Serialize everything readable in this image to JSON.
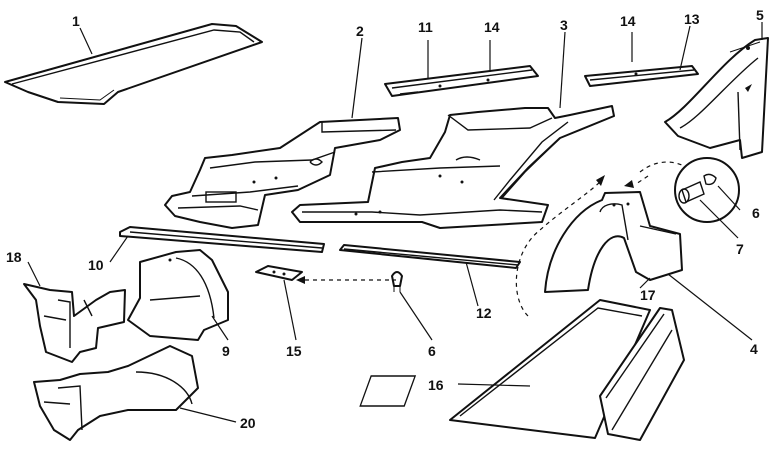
{
  "diagram": {
    "callouts": [
      "1",
      "2",
      "11",
      "14",
      "3",
      "14",
      "13",
      "5",
      "6",
      "7",
      "18",
      "10",
      "12",
      "15",
      "6",
      "9",
      "17",
      "4",
      "16",
      "20"
    ]
  }
}
